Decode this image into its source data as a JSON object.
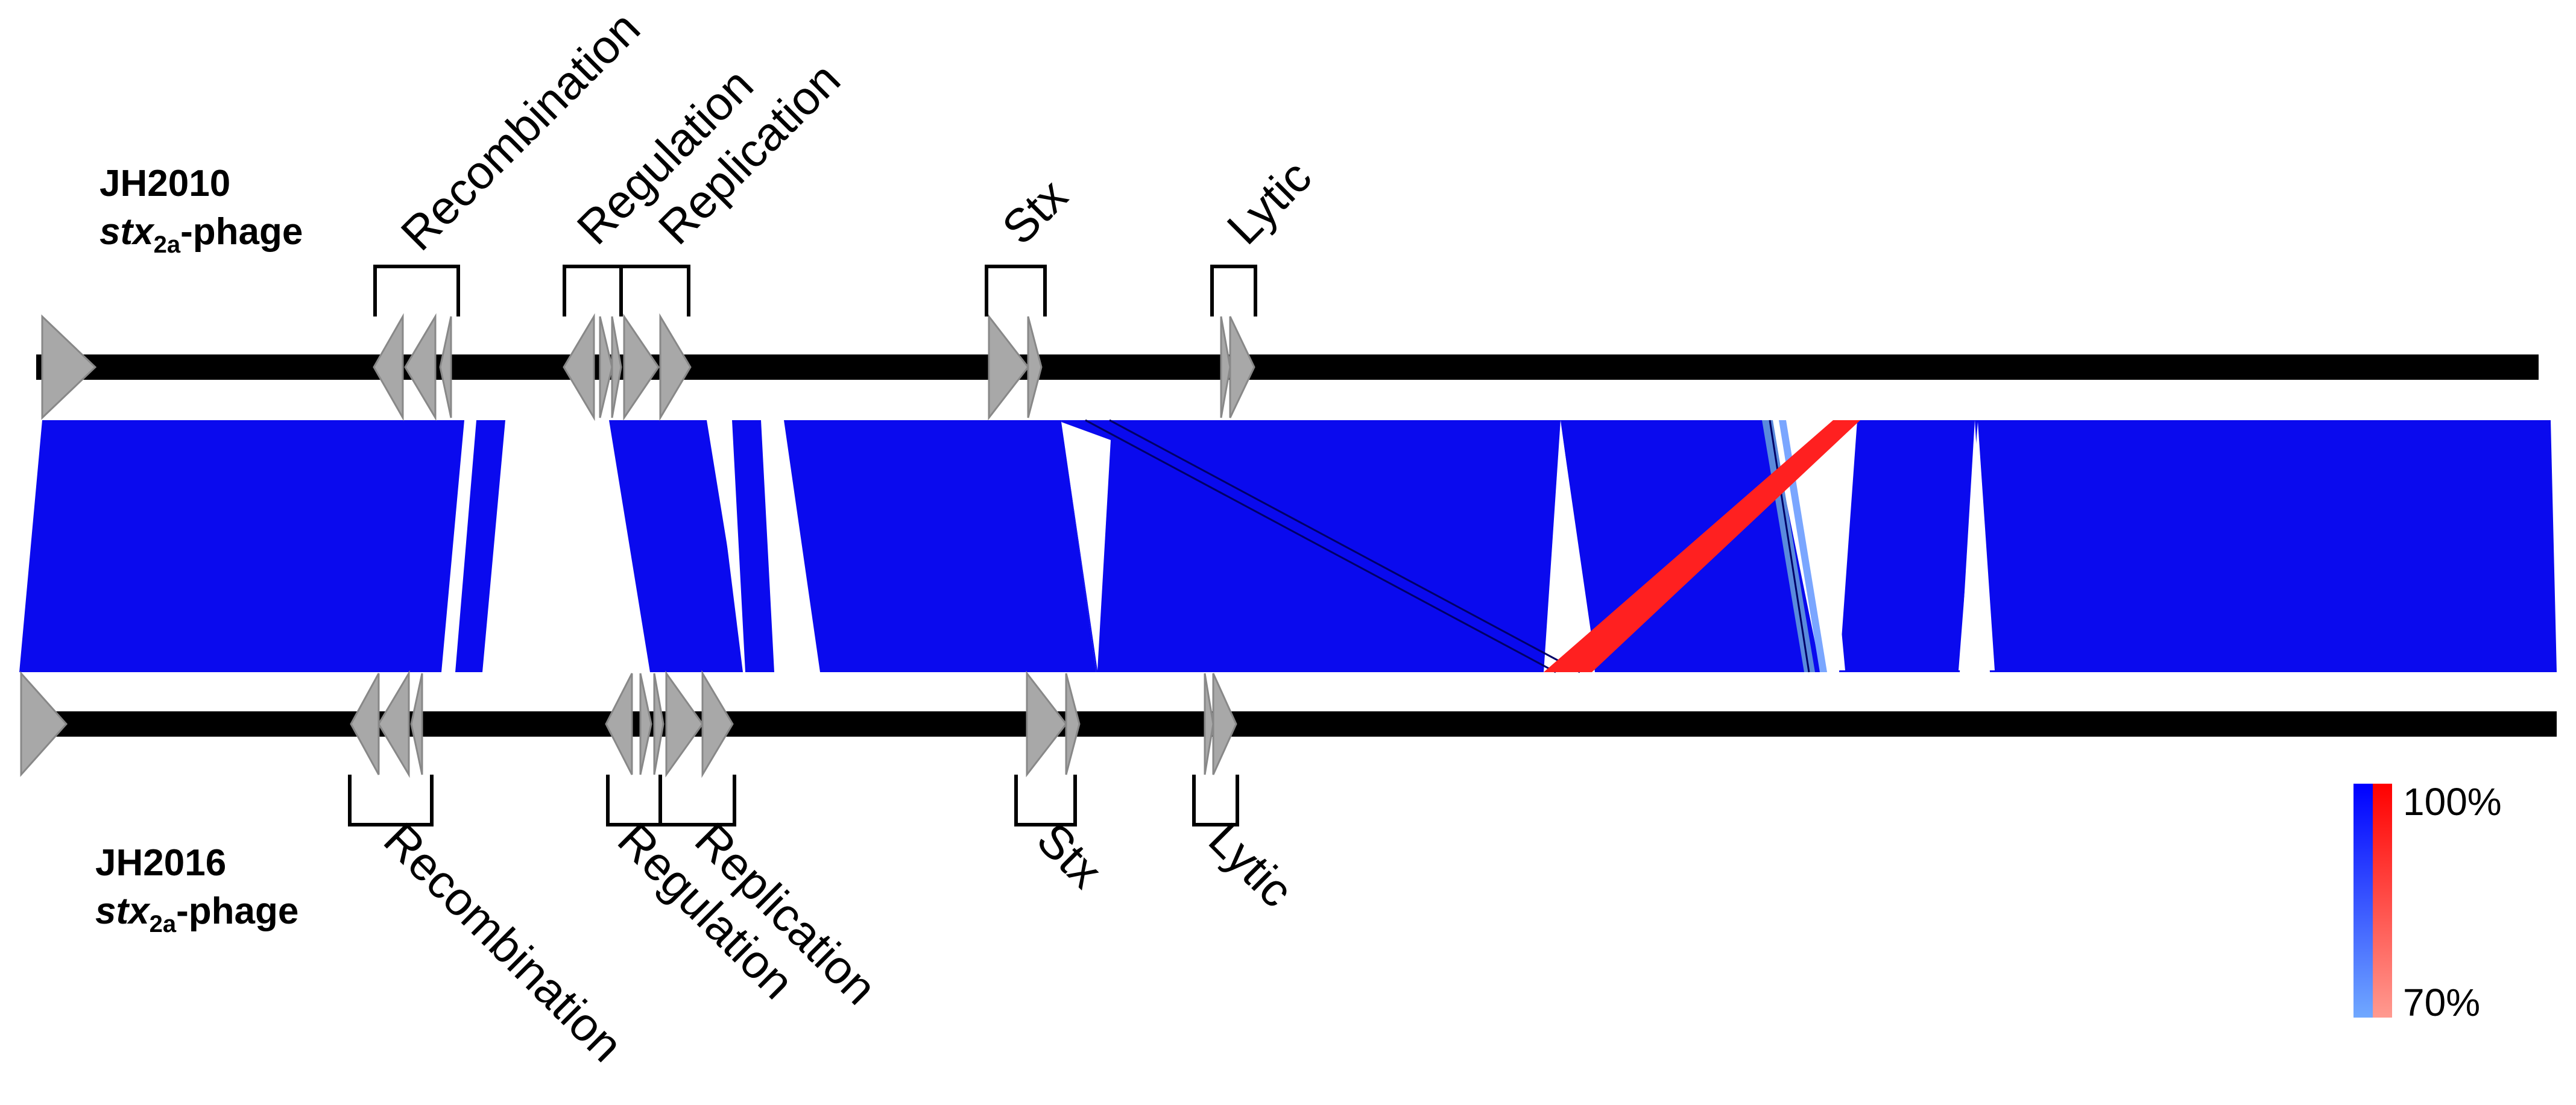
{
  "genomes": {
    "top": {
      "name": "JH2010",
      "sub_gene": "stx",
      "sub_index": "2a",
      "sub_suffix": "-phage"
    },
    "bottom": {
      "name": "JH2016",
      "sub_gene": "stx",
      "sub_index": "2a",
      "sub_suffix": "-phage"
    }
  },
  "clusters": {
    "top": [
      {
        "label": "Recombination"
      },
      {
        "label": "Regulation"
      },
      {
        "label": "Replication"
      },
      {
        "label": "Stx"
      },
      {
        "label": "Lytic"
      }
    ],
    "bottom": [
      {
        "label": "Recombination"
      },
      {
        "label": "Regulation"
      },
      {
        "label": "Replication"
      },
      {
        "label": "Stx"
      },
      {
        "label": "Lytic"
      }
    ]
  },
  "legend": {
    "max_label": "100%",
    "min_label": "70%",
    "forward_colors": [
      "#0000ff",
      "#70a8ff"
    ],
    "reverse_colors": [
      "#ff0000",
      "#ff9a90"
    ]
  },
  "colors": {
    "backbone": "#000000",
    "gene": "#a8a8a8",
    "gene_stroke": "#888888",
    "forward_match": "#0a0aee",
    "reverse_match": "#ff2020"
  }
}
